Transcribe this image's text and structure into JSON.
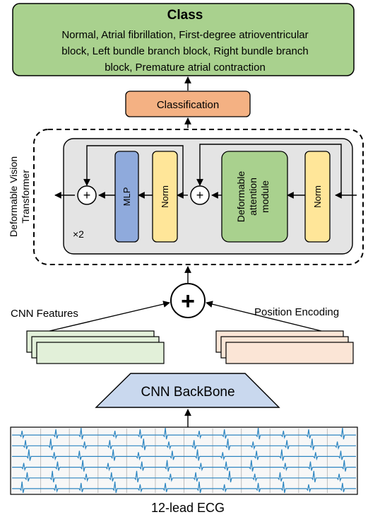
{
  "class_box": {
    "title": "Class",
    "lines": [
      "Normal, Atrial fibrillation, First-degree atrioventricular",
      "block, Left bundle branch block, Right bundle branch",
      "block, Premature atrial contraction"
    ]
  },
  "classification": {
    "label": "Classification"
  },
  "transformer": {
    "title_lines": [
      "Deformable Vision",
      "Transformer"
    ],
    "repeat": "×2",
    "blocks": {
      "mlp": "MLP",
      "norm_left": "Norm",
      "deformable": [
        "Deformable",
        "attention",
        "module"
      ],
      "norm_right": "Norm"
    },
    "add_symbol": "+"
  },
  "fusion": {
    "symbol": "+"
  },
  "inputs": {
    "cnn_features": "CNN Features",
    "position_encoding": "Position Encoding"
  },
  "backbone": {
    "label": "CNN BackBone"
  },
  "ecg": {
    "label": "12-lead ECG"
  },
  "colors": {
    "green": "#a9d18e",
    "orange": "#f4b183",
    "blue": "#8faadc",
    "yellow": "#ffe699",
    "light_green": "#e2f0d9",
    "light_orange": "#fbe5d6",
    "backbone": "#c9d8ee",
    "panel": "#e4e4e4",
    "ecg_trace": "#2e86c1"
  }
}
